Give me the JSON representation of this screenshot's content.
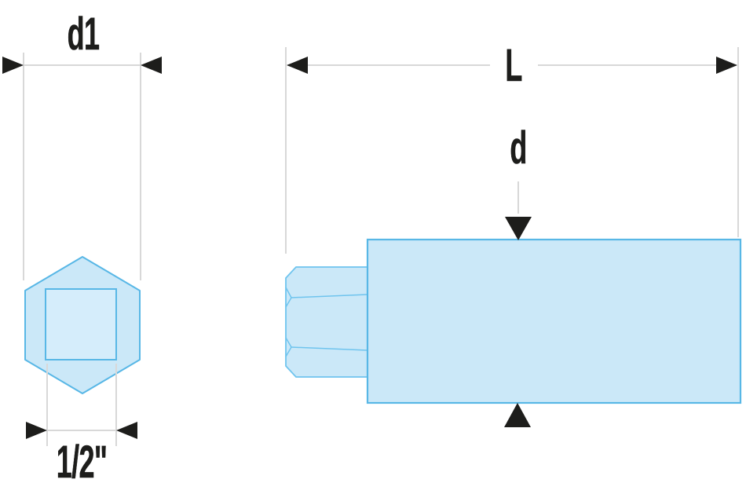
{
  "labels": {
    "end_view_diameter": "d1",
    "drive_size": "1/2\"",
    "overall_length": "L",
    "body_diameter": "d"
  },
  "colors": {
    "part_fill": "#cbe8f8",
    "drive_square_fill": "#d5edfb",
    "part_stroke": "#58b7e6",
    "shank_stroke": "#6fc4ee",
    "dimension_line": "#d8d8d8",
    "marker_black": "#1d1d1b",
    "background": "#ffffff"
  }
}
